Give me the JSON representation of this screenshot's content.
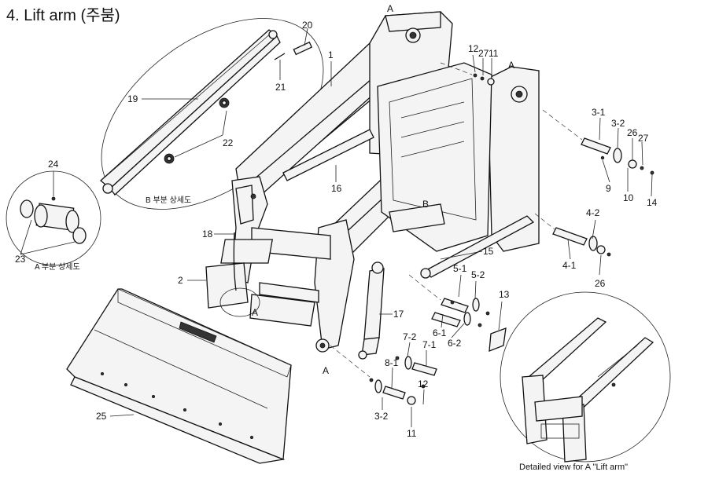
{
  "title": "4. Lift arm (주붐)",
  "callouts": {
    "c20": "20",
    "c21": "21",
    "c19": "19",
    "c22": "22",
    "c1": "1",
    "cA_top": "A",
    "cA_right": "A",
    "cA_bucket": "A",
    "cA_lower": "A",
    "c12a": "12",
    "c27a": "27",
    "c11a": "11",
    "c3_1": "3-1",
    "c3_2a": "3-2",
    "c26a": "26",
    "c27b": "27",
    "c9": "9",
    "c10": "10",
    "c14": "14",
    "c16": "16",
    "cB": "B",
    "c24": "24",
    "c23": "23",
    "c18": "18",
    "c4_2": "4-2",
    "c4_1": "4-1",
    "c26b": "26",
    "c15": "15",
    "c2": "2",
    "c5_1": "5-1",
    "c5_2": "5-2",
    "c13": "13",
    "c17": "17",
    "c6_1": "6-1",
    "c6_2": "6-2",
    "c7_2": "7-2",
    "c7_1": "7-1",
    "c8_1": "8-1",
    "c12b": "12",
    "c3_2b": "3-2",
    "c11b": "11",
    "c25": "25"
  },
  "captions": {
    "detail_B": "B 부분 상세도",
    "detail_A": "A  부분 상세도",
    "detail_A_en": "Detailed view for A \"Lift arm\""
  }
}
